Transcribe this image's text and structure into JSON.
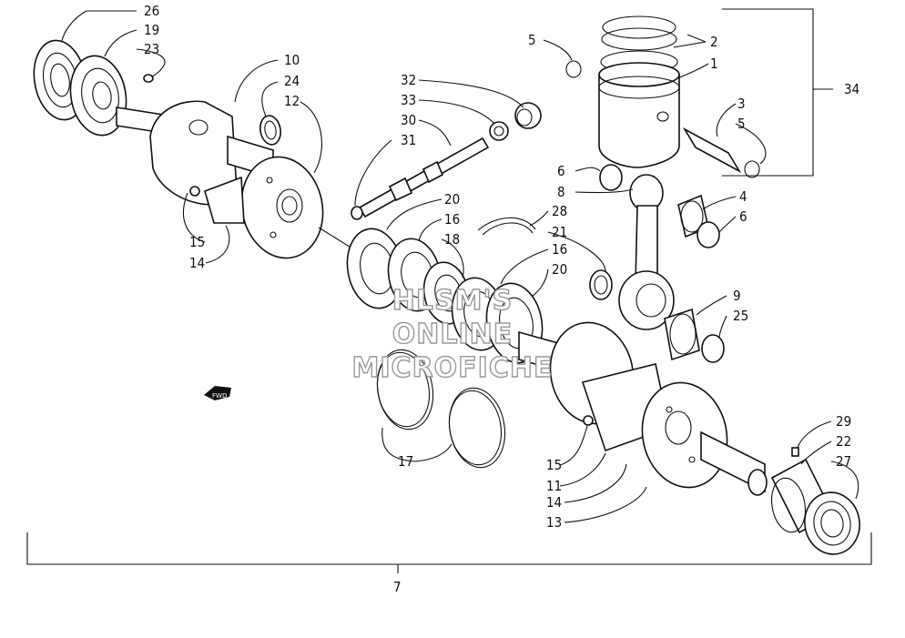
{
  "callouts": {
    "c26": "26",
    "c19": "19",
    "c23": "23",
    "c10": "10",
    "c24": "24",
    "c12": "12",
    "c15a": "15",
    "c14a": "14",
    "c32": "32",
    "c33": "33",
    "c30": "30",
    "c31": "31",
    "c20a": "20",
    "c16a": "16",
    "c18": "18",
    "c28": "28",
    "c21": "21",
    "c16b": "16",
    "c20b": "20",
    "c5a": "5",
    "c2": "2",
    "c1": "1",
    "c34": "34",
    "c3": "3",
    "c5b": "5",
    "c6a": "6",
    "c8": "8",
    "c4": "4",
    "c6b": "6",
    "c9": "9",
    "c25": "25",
    "c17": "17",
    "c15b": "15",
    "c11": "11",
    "c14b": "14",
    "c13": "13",
    "c29": "29",
    "c22": "22",
    "c27": "27",
    "c7": "7"
  },
  "watermark": {
    "line1": "HLSM'S",
    "line2": "ONLINE",
    "line3": "MICROFICHE"
  },
  "fwd_marker": "FWD"
}
